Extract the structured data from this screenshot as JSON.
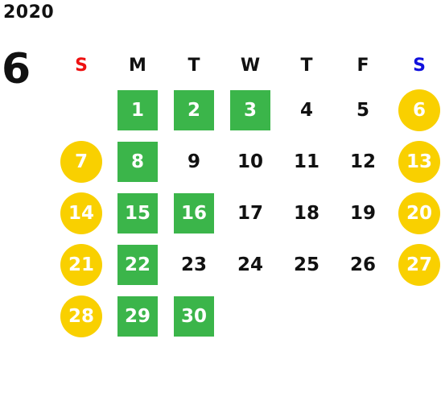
{
  "calendar": {
    "year": "2020",
    "month": "6",
    "weekdays": [
      "S",
      "M",
      "T",
      "W",
      "T",
      "F",
      "S"
    ],
    "colors": {
      "sunday_label": "#ee1111",
      "saturday_label": "#1111dd",
      "highlight_green": "#3bb54a",
      "weekend_yellow": "#f9d000"
    },
    "weeks": [
      [
        {
          "day": "",
          "mark": "none"
        },
        {
          "day": "1",
          "mark": "green"
        },
        {
          "day": "2",
          "mark": "green"
        },
        {
          "day": "3",
          "mark": "green"
        },
        {
          "day": "4",
          "mark": "none"
        },
        {
          "day": "5",
          "mark": "none"
        },
        {
          "day": "6",
          "mark": "yellow"
        }
      ],
      [
        {
          "day": "7",
          "mark": "yellow"
        },
        {
          "day": "8",
          "mark": "green"
        },
        {
          "day": "9",
          "mark": "none"
        },
        {
          "day": "10",
          "mark": "none"
        },
        {
          "day": "11",
          "mark": "none"
        },
        {
          "day": "12",
          "mark": "none"
        },
        {
          "day": "13",
          "mark": "yellow"
        }
      ],
      [
        {
          "day": "14",
          "mark": "yellow"
        },
        {
          "day": "15",
          "mark": "green"
        },
        {
          "day": "16",
          "mark": "green"
        },
        {
          "day": "17",
          "mark": "none"
        },
        {
          "day": "18",
          "mark": "none"
        },
        {
          "day": "19",
          "mark": "none"
        },
        {
          "day": "20",
          "mark": "yellow"
        }
      ],
      [
        {
          "day": "21",
          "mark": "yellow"
        },
        {
          "day": "22",
          "mark": "green"
        },
        {
          "day": "23",
          "mark": "none"
        },
        {
          "day": "24",
          "mark": "none"
        },
        {
          "day": "25",
          "mark": "none"
        },
        {
          "day": "26",
          "mark": "none"
        },
        {
          "day": "27",
          "mark": "yellow"
        }
      ],
      [
        {
          "day": "28",
          "mark": "yellow"
        },
        {
          "day": "29",
          "mark": "green"
        },
        {
          "day": "30",
          "mark": "green"
        },
        {
          "day": "",
          "mark": "none"
        },
        {
          "day": "",
          "mark": "none"
        },
        {
          "day": "",
          "mark": "none"
        },
        {
          "day": "",
          "mark": "none"
        }
      ]
    ]
  }
}
